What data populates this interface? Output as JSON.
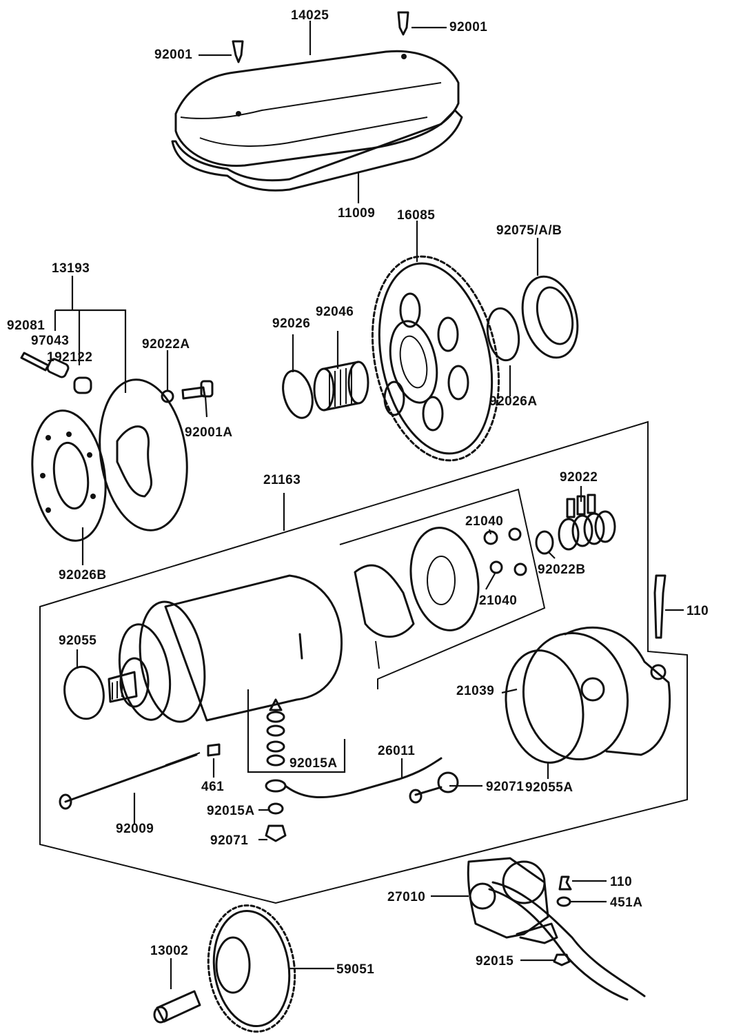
{
  "labels": {
    "p14025": "14025",
    "p92001_left": "92001",
    "p92001_right": "92001",
    "p11009": "11009",
    "p16085": "16085",
    "p92075": "92075/A/B",
    "p13193": "13193",
    "p92081": "92081",
    "p92043": "97043",
    "p92122": "192122",
    "p92022A": "92022A",
    "p92001A": "92001A",
    "p92026": "92026",
    "p92046": "92046",
    "p92026A": "92026A",
    "p92026B": "92026B",
    "p21163": "21163",
    "p92022": "92022",
    "p21040_top": "21040",
    "p21040_bottom": "21040",
    "p92022B": "92022B",
    "p110_top": "110",
    "p92055": "92055",
    "p21039": "21039",
    "p92015A_top": "92015A",
    "p26011": "26011",
    "p92071_right": "92071",
    "p92055A": "92055A",
    "p461": "461",
    "p92009": "92009",
    "p92015A_bottom": "92015A",
    "p92071_bottom": "92071",
    "p27010": "27010",
    "p110_bottom": "110",
    "p451A": "451A",
    "p92015": "92015",
    "p13002": "13002",
    "p59051": "59051"
  }
}
